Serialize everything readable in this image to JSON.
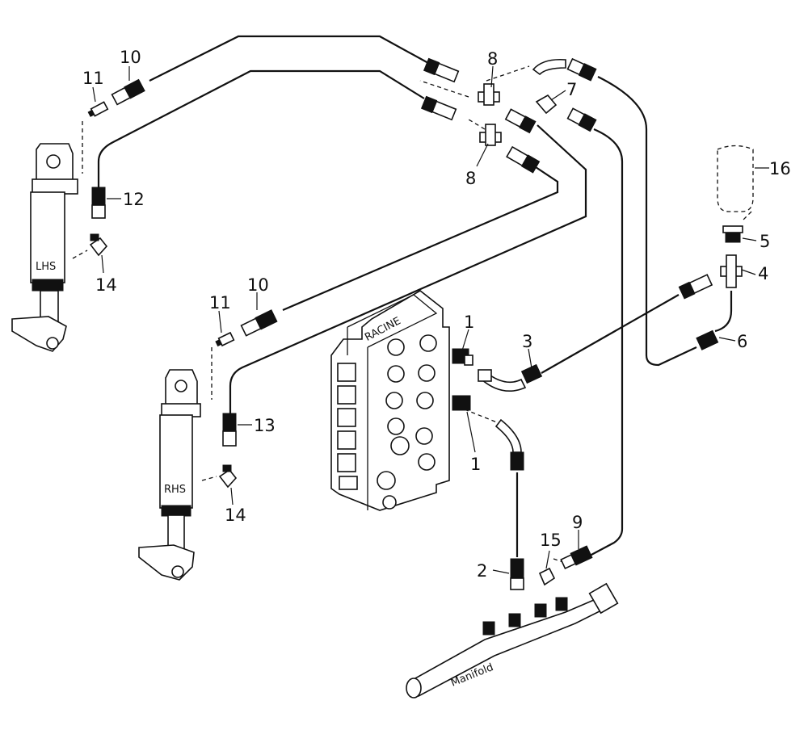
{
  "diagram": {
    "valve_label": "RACINE",
    "manifold_label": "Manifold",
    "cylinder_left_label": "LHS",
    "cylinder_right_label": "RHS",
    "callouts": {
      "c1a": "1",
      "c1b": "1",
      "c2": "2",
      "c3": "3",
      "c4": "4",
      "c5": "5",
      "c6": "6",
      "c7": "7",
      "c8a": "8",
      "c8b": "8",
      "c9": "9",
      "c10a": "10",
      "c10b": "10",
      "c11a": "11",
      "c11b": "11",
      "c12": "12",
      "c13": "13",
      "c14a": "14",
      "c14b": "14",
      "c15": "15",
      "c16": "16"
    }
  }
}
